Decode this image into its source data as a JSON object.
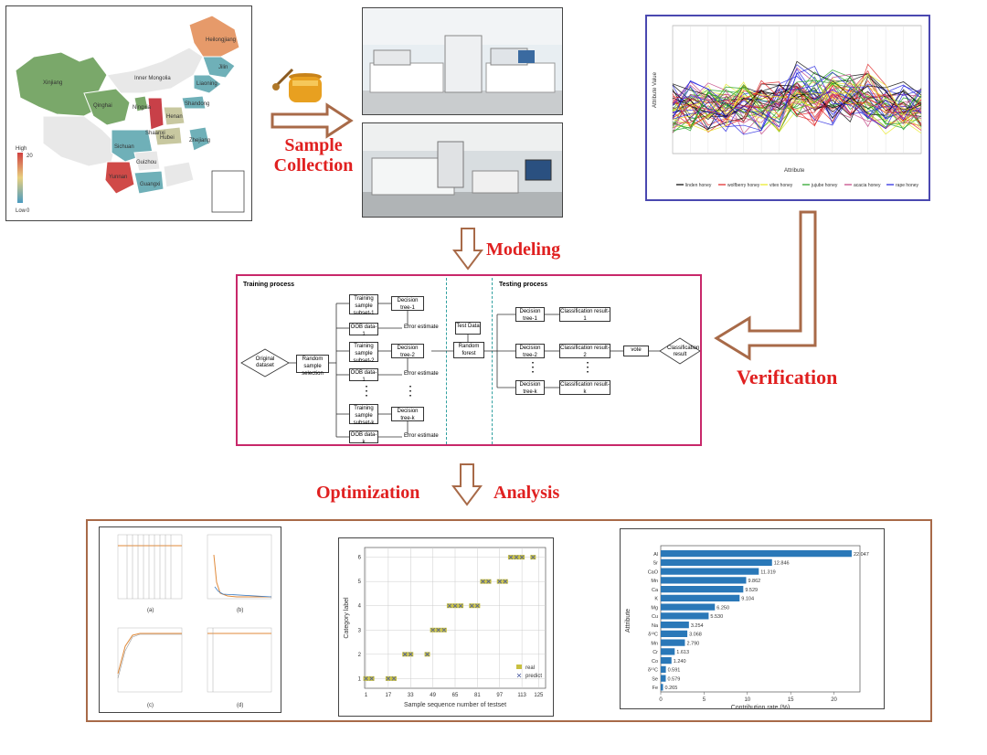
{
  "map": {
    "legend_high": "High",
    "legend_low": "Low",
    "legend_high_value": "20",
    "legend_low_value": "0",
    "provinces": [
      "Heilongjiang",
      "Jilin",
      "Liaoning",
      "Xinjiang",
      "Inner Mongolia",
      "Qinghai",
      "Ningxia",
      "Shaanxi",
      "Shandong",
      "Henan",
      "Hubei",
      "Sichuan",
      "Guizhou",
      "Yunnan",
      "Guangxi",
      "Zhejiang"
    ]
  },
  "stages": {
    "sample_collection": "Sample\nCollection",
    "modeling": "Modeling",
    "verification": "Verification",
    "optimization": "Optimization",
    "analysis": "Analysis"
  },
  "lines_chart": {
    "ylabel": "Attribute Value",
    "xlabel": "Attribute",
    "legend": [
      "linden honey",
      "wolfberry honey",
      "vitex honey",
      "jujube honey",
      "acacia honey",
      "rape honey"
    ],
    "legend_colors": [
      "#000000",
      "#e02020",
      "#e8e820",
      "#20a020",
      "#c04080",
      "#2020e0"
    ]
  },
  "rf": {
    "training_title": "Training process",
    "testing_title": "Testing process",
    "original_dataset": "Original dataset",
    "random_sample": "Random sample selection",
    "subsets": [
      "Training sample subset-1",
      "Training sample subset-2",
      "Training sample subset-k"
    ],
    "oob": [
      "OOB data-1",
      "OOB data-1",
      "OOB data-k"
    ],
    "trees": [
      "Decision tree-1",
      "Decision tree-2",
      "Decision tree-k"
    ],
    "error_estimate": "Error estimate",
    "test_data": "Test Data",
    "random_forest": "Random forest",
    "test_trees": [
      "Decision tree-1",
      "Decision tree-2",
      "Decision tree-k"
    ],
    "class_results": [
      "Classification result-1",
      "Classification result-2",
      "Classification result-k"
    ],
    "vote": "vote",
    "final": "Classification result",
    "dots": "⋮"
  },
  "small_panels": {
    "labels": [
      "(a)",
      "(b)",
      "(c)",
      "(d)"
    ]
  },
  "chart_data": [
    {
      "type": "scatter",
      "xlabel": "Sample sequence number of testset",
      "ylabel": "Category label",
      "x_ticks": [
        1,
        17,
        33,
        49,
        65,
        81,
        97,
        113,
        125
      ],
      "y_ticks": [
        1,
        2,
        3,
        4,
        5,
        6
      ],
      "series": [
        {
          "name": "real",
          "points": [
            [
              1,
              1
            ],
            [
              5,
              1
            ],
            [
              17,
              1
            ],
            [
              21,
              1
            ],
            [
              29,
              2
            ],
            [
              33,
              2
            ],
            [
              45,
              2
            ],
            [
              49,
              3
            ],
            [
              53,
              3
            ],
            [
              57,
              3
            ],
            [
              61,
              4
            ],
            [
              65,
              4
            ],
            [
              69,
              4
            ],
            [
              77,
              4
            ],
            [
              81,
              4
            ],
            [
              85,
              5
            ],
            [
              89,
              5
            ],
            [
              97,
              5
            ],
            [
              101,
              5
            ],
            [
              105,
              6
            ],
            [
              109,
              6
            ],
            [
              113,
              6
            ],
            [
              121,
              6
            ]
          ]
        },
        {
          "name": "predict",
          "points": [
            [
              1,
              1
            ],
            [
              5,
              1
            ],
            [
              17,
              1
            ],
            [
              21,
              1
            ],
            [
              29,
              2
            ],
            [
              33,
              2
            ],
            [
              45,
              2
            ],
            [
              49,
              3
            ],
            [
              53,
              3
            ],
            [
              57,
              3
            ],
            [
              61,
              4
            ],
            [
              65,
              4
            ],
            [
              69,
              4
            ],
            [
              77,
              4
            ],
            [
              81,
              4
            ],
            [
              85,
              5
            ],
            [
              89,
              5
            ],
            [
              97,
              5
            ],
            [
              101,
              5
            ],
            [
              105,
              6
            ],
            [
              109,
              6
            ],
            [
              113,
              6
            ],
            [
              121,
              6
            ]
          ]
        }
      ],
      "legend": [
        "real",
        "predict"
      ],
      "xlim": [
        0,
        130
      ],
      "ylim": [
        0.6,
        6.4
      ]
    },
    {
      "type": "bar",
      "orientation": "horizontal",
      "xlabel": "Contribution rate (%)",
      "ylabel": "Attribute",
      "categories": [
        "Al",
        "Sr",
        "CaO",
        "Mn",
        "Ca",
        "K",
        "Mg",
        "Cu",
        "Na",
        "δ¹³C",
        "Mn",
        "Cr",
        "Co",
        "δ¹⁵C",
        "Se",
        "Fe"
      ],
      "values": [
        22.047,
        12.846,
        11.319,
        9.862,
        9.529,
        9.104,
        6.25,
        5.53,
        3.254,
        3.068,
        2.79,
        1.613,
        1.24,
        0.591,
        0.579,
        0.265
      ],
      "value_labels": [
        "22.047",
        "12.846",
        "11.319",
        "9.862",
        "9.529",
        "9.104",
        "6.250",
        "5.530",
        "3.254",
        "3.068",
        "2.790",
        "1.613",
        "1.240",
        "0.591",
        "0.579",
        "0.265"
      ],
      "x_ticks": [
        0,
        5,
        10,
        15,
        20
      ],
      "xlim": [
        0,
        23
      ]
    }
  ]
}
